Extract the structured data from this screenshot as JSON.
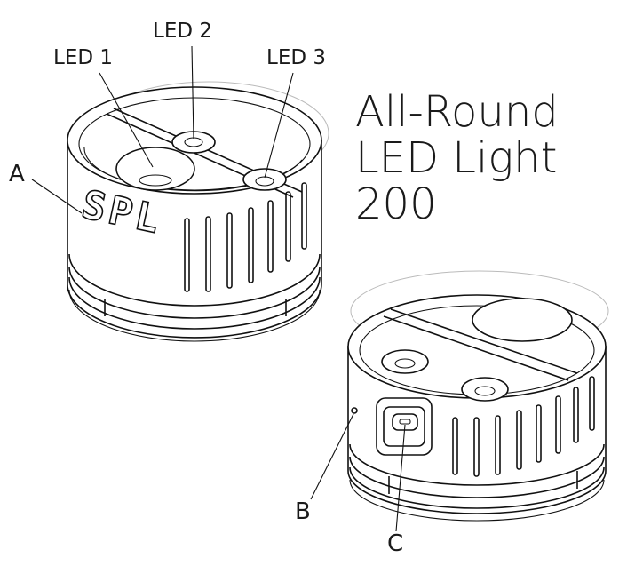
{
  "title": {
    "line1": "All-Round",
    "line2": "LED Light",
    "line3": "200"
  },
  "callouts": {
    "led1": "LED 1",
    "led2": "LED 2",
    "led3": "LED 3",
    "a": "A",
    "b": "B",
    "c": "C"
  },
  "logo_text": "SPL"
}
